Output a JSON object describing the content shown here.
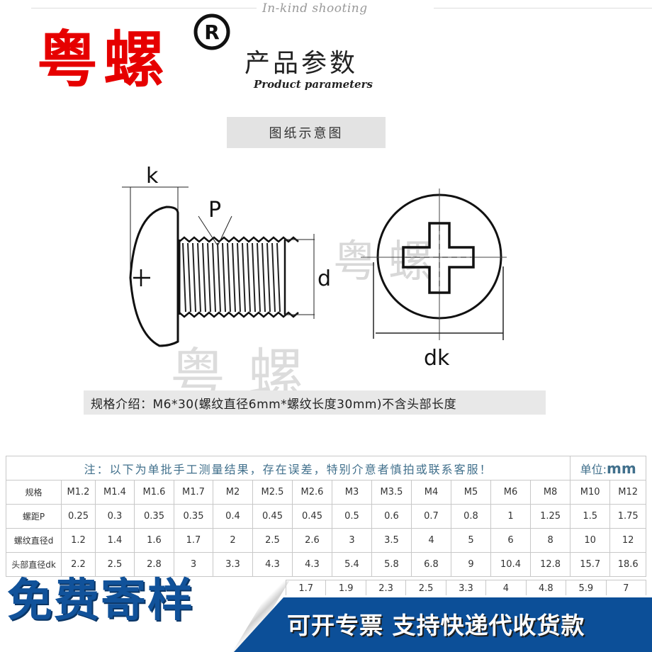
{
  "header": {
    "script_tagline": "In-kind shooting",
    "brand": "粤螺",
    "registered_mark": "®",
    "title_cn": "产品参数",
    "title_en": "Product parameters"
  },
  "diagram": {
    "section_label": "图纸示意图",
    "labels": {
      "k": "k",
      "p": "P",
      "d": "d",
      "dk": "dk"
    },
    "watermark": "粤螺"
  },
  "spec_note": "规格介绍：M6*30(螺纹直径6mm*螺纹长度30mm)不含头部长度",
  "table": {
    "note": "注：以下为单批手工测量结果，存在误差，特别介意者慎拍或联系客服！",
    "unit_label": "单位:",
    "unit_value": "mm",
    "rows": [
      {
        "label": "规格",
        "values": [
          "M1.2",
          "M1.4",
          "M1.6",
          "M1.7",
          "M2",
          "M2.5",
          "M2.6",
          "M3",
          "M3.5",
          "M4",
          "M5",
          "M6",
          "M8",
          "M10",
          "M12"
        ]
      },
      {
        "label": "螺距P",
        "values": [
          "0.25",
          "0.3",
          "0.35",
          "0.35",
          "0.4",
          "0.45",
          "0.45",
          "0.5",
          "0.6",
          "0.7",
          "0.8",
          "1",
          "1.25",
          "1.5",
          "1.75"
        ]
      },
      {
        "label": "螺纹直径d",
        "values": [
          "1.2",
          "1.4",
          "1.6",
          "1.7",
          "2",
          "2.5",
          "2.6",
          "3",
          "3.5",
          "4",
          "5",
          "6",
          "8",
          "10",
          "12"
        ]
      },
      {
        "label": "头部直径dk",
        "values": [
          "2.2",
          "2.5",
          "2.8",
          "3",
          "3.3",
          "4.3",
          "4.3",
          "5.4",
          "5.8",
          "6.8",
          "9",
          "10.4",
          "12.8",
          "15.7",
          "18.6"
        ]
      }
    ],
    "partial_row_values": [
      "1.7",
      "1.9",
      "2.3",
      "2.5",
      "3.3",
      "4",
      "4.8",
      "5.9",
      "7"
    ]
  },
  "banner": {
    "left_text": "免费寄样",
    "right_text": "可开专票 支持快递代收货款",
    "colors": {
      "blue": "#0c4f98",
      "text_blue": "#11529a",
      "brand_red": "#e60000"
    }
  }
}
